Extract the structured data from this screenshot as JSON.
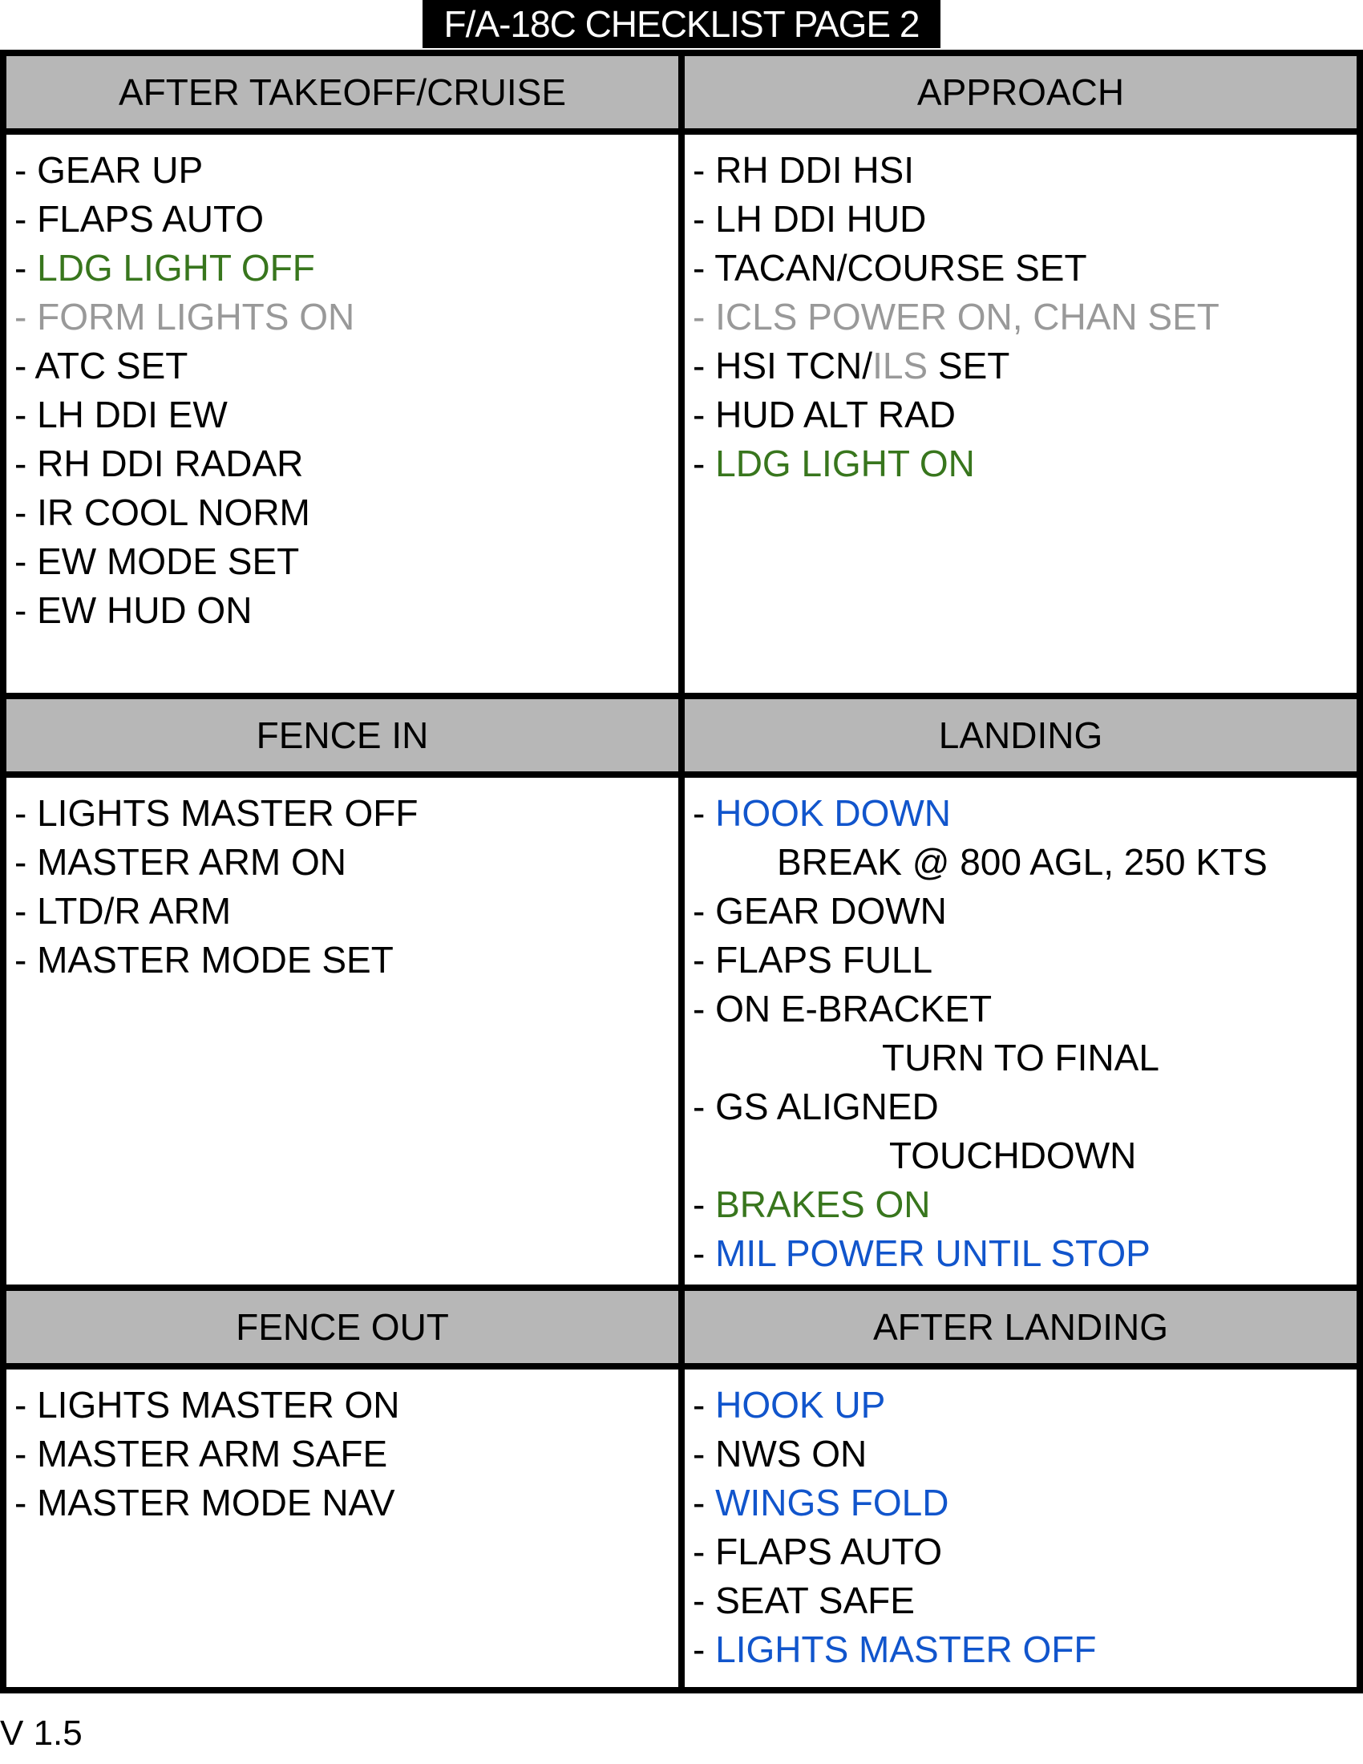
{
  "title": "F/A-18C CHECKLIST PAGE 2",
  "colors": {
    "green": "#38761d",
    "gray": "#999999",
    "blue": "#1155cc",
    "black": "#000000"
  },
  "sections": [
    {
      "header": "AFTER TAKEOFF/CRUISE",
      "row": 1,
      "items": [
        {
          "indent": 0,
          "segments": [
            {
              "text": "- GEAR UP",
              "color": "black"
            }
          ]
        },
        {
          "indent": 0,
          "segments": [
            {
              "text": "- FLAPS AUTO",
              "color": "black"
            }
          ]
        },
        {
          "indent": 0,
          "segments": [
            {
              "text": "- ",
              "color": "black"
            },
            {
              "text": "LDG LIGHT OFF",
              "color": "green"
            }
          ]
        },
        {
          "indent": 0,
          "segments": [
            {
              "text": "- FORM LIGHTS ON",
              "color": "gray"
            }
          ]
        },
        {
          "indent": 0,
          "segments": [
            {
              "text": "- ATC SET",
              "color": "black"
            }
          ]
        },
        {
          "indent": 0,
          "segments": [
            {
              "text": "- LH DDI EW",
              "color": "black"
            }
          ]
        },
        {
          "indent": 0,
          "segments": [
            {
              "text": "- RH DDI RADAR",
              "color": "black"
            }
          ]
        },
        {
          "indent": 0,
          "segments": [
            {
              "text": "- IR COOL NORM",
              "color": "black"
            }
          ]
        },
        {
          "indent": 0,
          "segments": [
            {
              "text": "- EW MODE SET",
              "color": "black"
            }
          ]
        },
        {
          "indent": 0,
          "segments": [
            {
              "text": "- EW HUD ON",
              "color": "black"
            }
          ]
        }
      ]
    },
    {
      "header": "APPROACH",
      "row": 1,
      "items": [
        {
          "indent": 0,
          "segments": [
            {
              "text": "- RH DDI HSI",
              "color": "black"
            }
          ]
        },
        {
          "indent": 0,
          "segments": [
            {
              "text": "- LH DDI HUD",
              "color": "black"
            }
          ]
        },
        {
          "indent": 0,
          "segments": [
            {
              "text": "- TACAN/COURSE SET",
              "color": "black"
            }
          ]
        },
        {
          "indent": 0,
          "segments": [
            {
              "text": "- ICLS POWER ON, CHAN SET",
              "color": "gray"
            }
          ]
        },
        {
          "indent": 0,
          "segments": [
            {
              "text": "- HSI TCN/",
              "color": "black"
            },
            {
              "text": "ILS",
              "color": "gray"
            },
            {
              "text": " SET",
              "color": "black"
            }
          ]
        },
        {
          "indent": 0,
          "segments": [
            {
              "text": "- HUD ALT RAD",
              "color": "black"
            }
          ]
        },
        {
          "indent": 0,
          "segments": [
            {
              "text": "- ",
              "color": "black"
            },
            {
              "text": "LDG LIGHT ON",
              "color": "green"
            }
          ]
        }
      ]
    },
    {
      "header": "FENCE IN",
      "row": 2,
      "items": [
        {
          "indent": 0,
          "segments": [
            {
              "text": "- LIGHTS MASTER OFF",
              "color": "black"
            }
          ]
        },
        {
          "indent": 0,
          "segments": [
            {
              "text": "- MASTER ARM ON",
              "color": "black"
            }
          ]
        },
        {
          "indent": 0,
          "segments": [
            {
              "text": "- LTD/R ARM",
              "color": "black"
            }
          ]
        },
        {
          "indent": 0,
          "segments": [
            {
              "text": "- MASTER MODE SET",
              "color": "black"
            }
          ]
        }
      ]
    },
    {
      "header": "LANDING",
      "row": 2,
      "items": [
        {
          "indent": 0,
          "segments": [
            {
              "text": "- ",
              "color": "black"
            },
            {
              "text": "HOOK DOWN",
              "color": "blue"
            }
          ]
        },
        {
          "indent": 1,
          "segments": [
            {
              "text": "BREAK @ 800 AGL, 250 KTS",
              "color": "black"
            }
          ]
        },
        {
          "indent": 0,
          "segments": [
            {
              "text": "- GEAR DOWN",
              "color": "black"
            }
          ]
        },
        {
          "indent": 0,
          "segments": [
            {
              "text": "- FLAPS FULL",
              "color": "black"
            }
          ]
        },
        {
          "indent": 0,
          "segments": [
            {
              "text": "- ON E-BRACKET",
              "color": "black"
            }
          ]
        },
        {
          "indent": 2,
          "segments": [
            {
              "text": "TURN TO FINAL",
              "color": "black"
            }
          ]
        },
        {
          "indent": 0,
          "segments": [
            {
              "text": "- GS ALIGNED",
              "color": "black"
            }
          ]
        },
        {
          "indent": 3,
          "segments": [
            {
              "text": "TOUCHDOWN",
              "color": "black"
            }
          ]
        },
        {
          "indent": 0,
          "segments": [
            {
              "text": "- ",
              "color": "black"
            },
            {
              "text": "BRAKES ON",
              "color": "green"
            }
          ]
        },
        {
          "indent": 0,
          "segments": [
            {
              "text": "- ",
              "color": "black"
            },
            {
              "text": "MIL POWER UNTIL STOP",
              "color": "blue"
            }
          ]
        }
      ]
    },
    {
      "header": "FENCE OUT",
      "row": 3,
      "items": [
        {
          "indent": 0,
          "segments": [
            {
              "text": "- LIGHTS MASTER ON",
              "color": "black"
            }
          ]
        },
        {
          "indent": 0,
          "segments": [
            {
              "text": "- MASTER ARM SAFE",
              "color": "black"
            }
          ]
        },
        {
          "indent": 0,
          "segments": [
            {
              "text": "- MASTER MODE NAV",
              "color": "black"
            }
          ]
        }
      ]
    },
    {
      "header": "AFTER LANDING",
      "row": 3,
      "items": [
        {
          "indent": 0,
          "segments": [
            {
              "text": "- ",
              "color": "black"
            },
            {
              "text": "HOOK UP",
              "color": "blue"
            }
          ]
        },
        {
          "indent": 0,
          "segments": [
            {
              "text": "- NWS ON",
              "color": "black"
            }
          ]
        },
        {
          "indent": 0,
          "segments": [
            {
              "text": "- ",
              "color": "black"
            },
            {
              "text": "WINGS FOLD",
              "color": "blue"
            }
          ]
        },
        {
          "indent": 0,
          "segments": [
            {
              "text": "- FLAPS AUTO",
              "color": "black"
            }
          ]
        },
        {
          "indent": 0,
          "segments": [
            {
              "text": "- SEAT SAFE",
              "color": "black"
            }
          ]
        },
        {
          "indent": 0,
          "segments": [
            {
              "text": "- ",
              "color": "black"
            },
            {
              "text": "LIGHTS MASTER OFF",
              "color": "blue"
            }
          ]
        }
      ]
    }
  ],
  "version": "V 1.5"
}
